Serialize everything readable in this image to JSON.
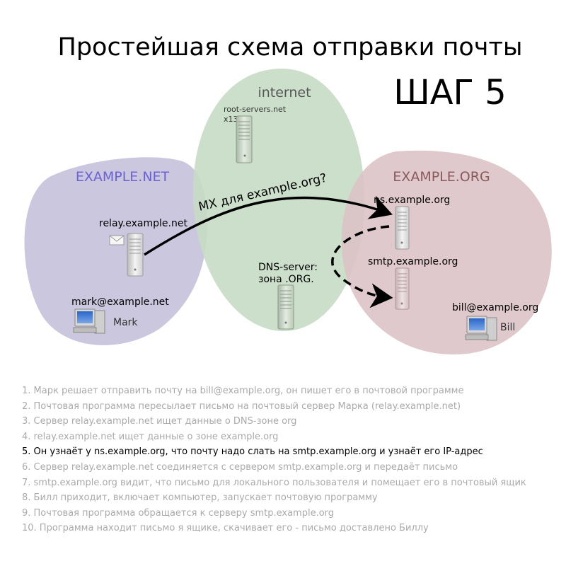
{
  "title": "Простейшая схема отправки почты",
  "step_title": "ШАГ 5",
  "zones": {
    "internet": {
      "label": "internet",
      "color": "#c7dcc4"
    },
    "net": {
      "label": "EXAMPLE.NET",
      "color": "#c8c4dc",
      "label_color": "#6a62d8"
    },
    "org": {
      "label": "EXAMPLE.ORG",
      "color": "#dcc3c6",
      "label_color": "#8a5a5a"
    }
  },
  "servers": {
    "root": {
      "label_line1": "root-servers.net",
      "label_line2": "x13"
    },
    "dns": {
      "label_line1": "DNS-server:",
      "label_line2": "зона .ORG."
    },
    "relay": {
      "label": "relay.example.net"
    },
    "ns": {
      "label": "ns.example.org"
    },
    "smtp": {
      "label": "smtp.example.org"
    }
  },
  "users": {
    "mark": {
      "email": "mark@example.net",
      "name": "Mark"
    },
    "bill": {
      "email": "bill@example.org",
      "name": "Bill"
    }
  },
  "query_label": "MX для example.org?",
  "steps": [
    "1. Марк решает отправить почту на bill@example.org, он пишет его в почтовой программе",
    "2. Почтовая программа пересылает письмо на почтовый сервер Марка (relay.example.net)",
    "3. Сервер relay.example.net ищет данные о DNS-зоне org",
    "4. relay.example.net ищет данные о зоне example.org",
    "5. Он узнаёт у ns.example.org, что почту надо слать на smtp.example.org и узнаёт его IP-адрес",
    "6. Сервер relay.example.net соединяется с сервером smtp.example.org и передаёт письмо",
    "7. smtp.example.org видит, что письмо для локального пользователя и помещает его в почтовый ящик",
    "8. Билл приходит, включает компьютер, запускает почтовую программу",
    "9. Почтовая программа обращается к серверу smtp.example.org",
    "10. Программа находит письмо я ящике, скачивает его - письмо доставлено Биллу"
  ],
  "current_step": 5
}
